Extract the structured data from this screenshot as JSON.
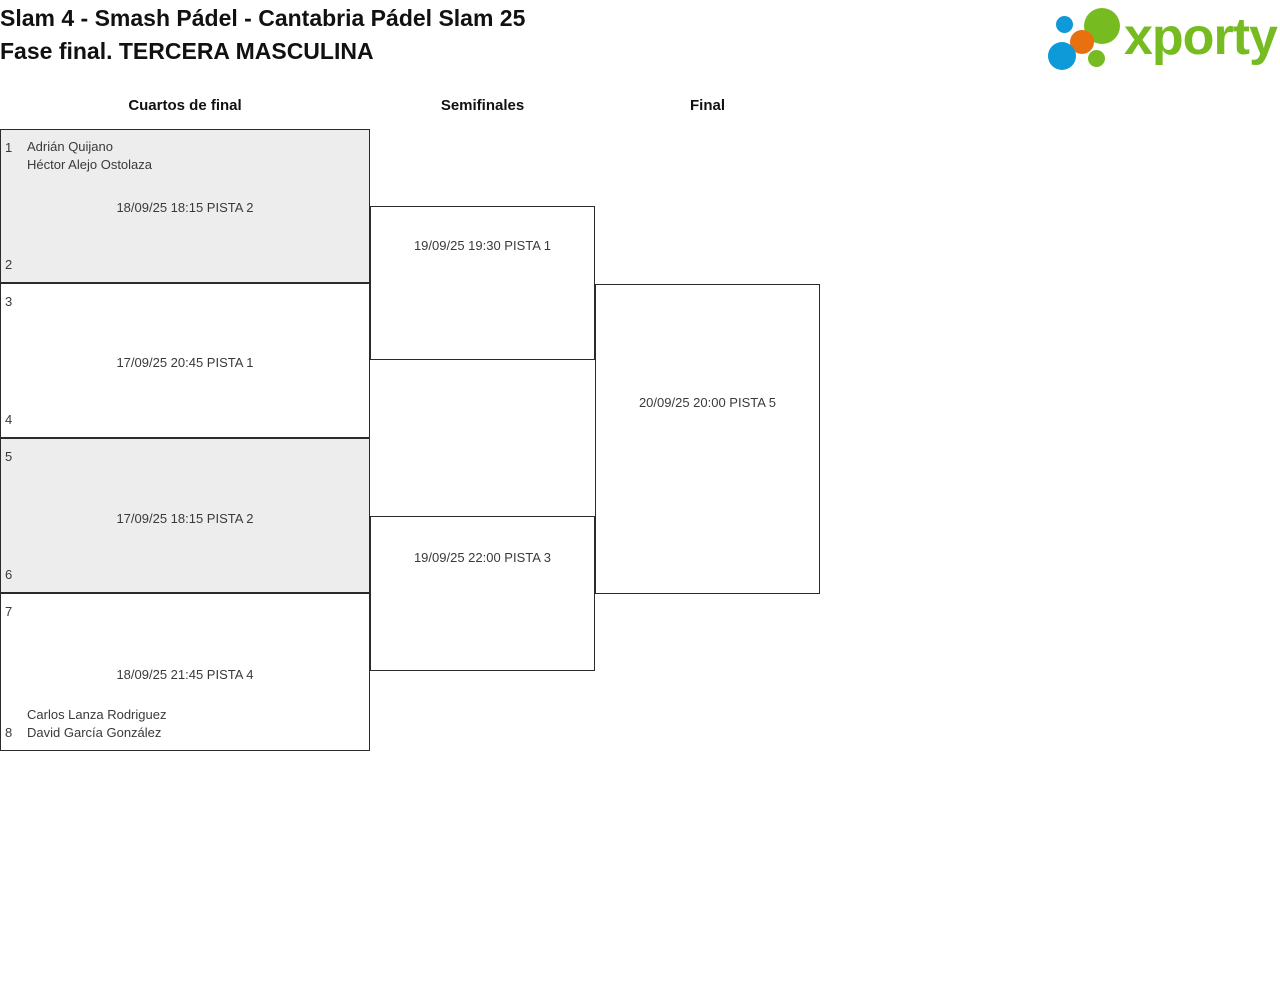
{
  "header": {
    "title_line_1": "Slam 4 - Smash Pádel - Cantabria Pádel Slam 25",
    "title_line_2": "Fase final. TERCERA MASCULINA",
    "logo_text": "xporty",
    "logo_colors": {
      "green": "#76bc21",
      "blue": "#0e9ad8",
      "orange": "#e8700f"
    }
  },
  "bracket": {
    "rounds": [
      {
        "label": "Cuartos de final"
      },
      {
        "label": "Semifinales"
      },
      {
        "label": "Final"
      }
    ],
    "quarterfinals": [
      {
        "seed_top": "1",
        "team_top_line_1": "Adrián Quijano",
        "team_top_line_2": "Héctor Alejo Ostolaza",
        "seed_bottom": "2",
        "team_bottom_line_1": "",
        "team_bottom_line_2": "",
        "schedule": "18/09/25 18:15 PISTA 2"
      },
      {
        "seed_top": "3",
        "team_top_line_1": "",
        "team_top_line_2": "",
        "seed_bottom": "4",
        "team_bottom_line_1": "",
        "team_bottom_line_2": "",
        "schedule": "17/09/25 20:45 PISTA 1"
      },
      {
        "seed_top": "5",
        "team_top_line_1": "",
        "team_top_line_2": "",
        "seed_bottom": "6",
        "team_bottom_line_1": "",
        "team_bottom_line_2": "",
        "schedule": "17/09/25 18:15 PISTA 2"
      },
      {
        "seed_top": "7",
        "team_top_line_1": "",
        "team_top_line_2": "",
        "seed_bottom": "8",
        "team_bottom_line_1": "Carlos Lanza Rodriguez",
        "team_bottom_line_2": "David García González",
        "schedule": "18/09/25 21:45 PISTA 4"
      }
    ],
    "semifinals": [
      {
        "schedule": "19/09/25 19:30 PISTA 1"
      },
      {
        "schedule": "19/09/25 22:00 PISTA 3"
      }
    ],
    "final": [
      {
        "schedule": "20/09/25 20:00 PISTA 5"
      }
    ]
  }
}
